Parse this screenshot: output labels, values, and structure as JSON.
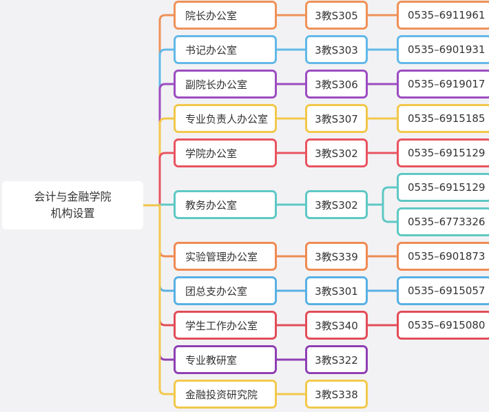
{
  "root": {
    "line1": "会计与金融学院",
    "line2": "机构设置"
  },
  "departments": [
    {
      "name": "院长办公室",
      "room": "3教S305",
      "phones": [
        "0535–6911961"
      ],
      "color": "#ef9158"
    },
    {
      "name": "书记办公室",
      "room": "3教S303",
      "phones": [
        "0535–6901931"
      ],
      "color": "#62b8e8"
    },
    {
      "name": "副院长办公室",
      "room": "3教S306",
      "phones": [
        "0535–6919017"
      ],
      "color": "#9c4cc0"
    },
    {
      "name": "专业负责人办公室",
      "room": "3教S307",
      "phones": [
        "0535–6915185"
      ],
      "color": "#f2c74a"
    },
    {
      "name": "学院办公室",
      "room": "3教S302",
      "phones": [
        "0535–6915129"
      ],
      "color": "#e8545f"
    },
    {
      "name": "教务办公室",
      "room": "3教S302",
      "phones": [
        "0535–6915129",
        "0535–6773326"
      ],
      "color": "#5ec8c4"
    },
    {
      "name": "实验管理办公室",
      "room": "3教S339",
      "phones": [
        "0535–6901873"
      ],
      "color": "#ef8a52"
    },
    {
      "name": "团总支办公室",
      "room": "3教S301",
      "phones": [
        "0535–6915057"
      ],
      "color": "#58b0e3"
    },
    {
      "name": "学生工作办公室",
      "room": "3教S340",
      "phones": [
        "0535–6915080"
      ],
      "color": "#e24c57"
    },
    {
      "name": "专业教研室",
      "room": "3教S322",
      "phones": [],
      "color": "#8f3fb3"
    },
    {
      "name": "金融投资研究院",
      "room": "3教S338",
      "phones": [],
      "color": "#f2c84b"
    }
  ]
}
